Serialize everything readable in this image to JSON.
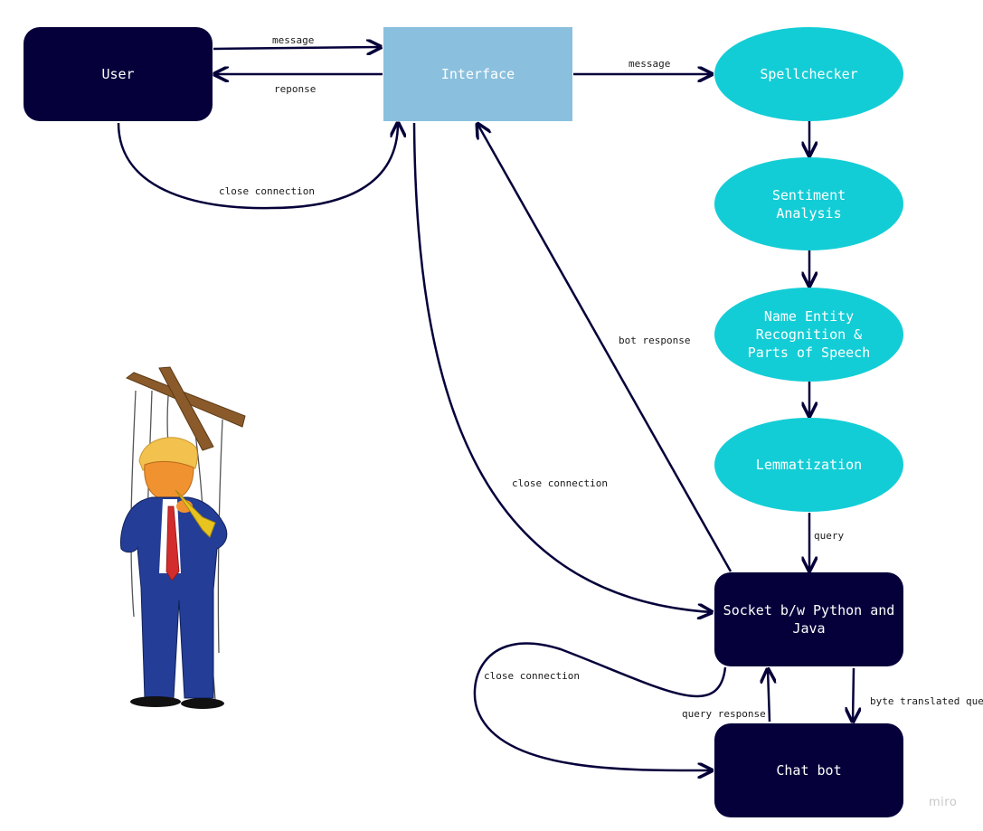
{
  "nodes": {
    "user": "User",
    "interface": "Interface",
    "spellchecker": "Spellchecker",
    "sentiment": "Sentiment\nAnalysis",
    "ner": "Name Entity\nRecognition &\nParts of Speech",
    "lemmatization": "Lemmatization",
    "socket": "Socket b/w Python and\nJava",
    "chatbot": "Chat bot"
  },
  "edges": {
    "user_to_interface": "message",
    "interface_to_user": "reponse",
    "user_close": "close connection",
    "interface_to_spell": "message",
    "socket_to_interface": "bot response",
    "interface_close": "close connection",
    "lemma_to_socket": "query",
    "socket_to_chatbot": "byte translated query",
    "chatbot_to_socket": "query response",
    "socket_close": "close connection"
  },
  "illustration": {
    "icon": "puppet-illustration"
  },
  "watermark": "miro",
  "colors": {
    "dark_node": "#05003a",
    "interface": "#8ac0de",
    "process": "#13cdd6",
    "edge": "#05003a"
  }
}
